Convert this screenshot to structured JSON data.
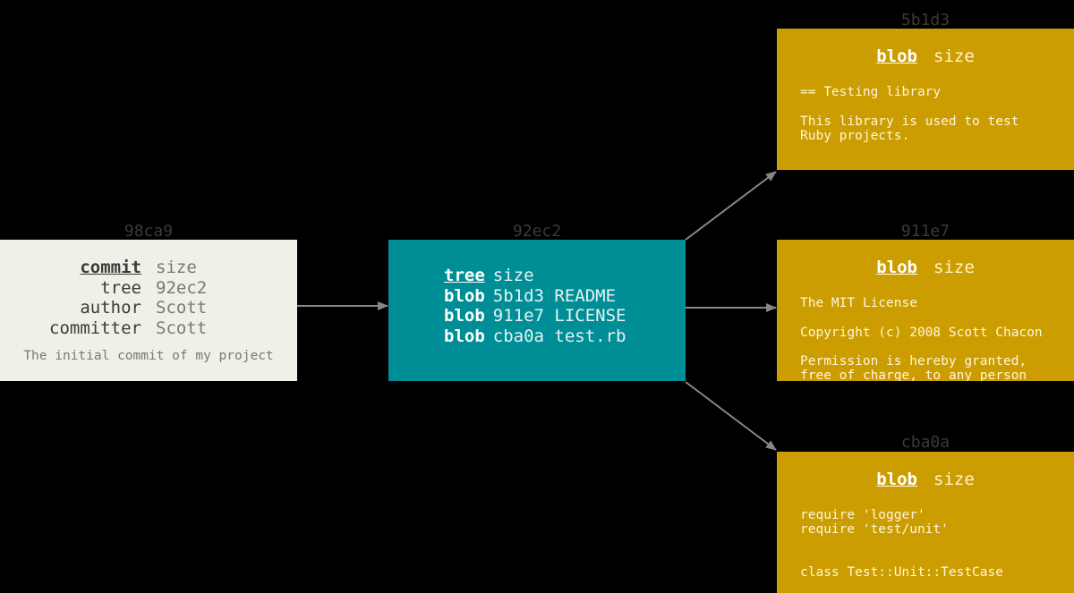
{
  "commit": {
    "hash": "98ca9",
    "rows": [
      {
        "key": "commit",
        "value": "size"
      },
      {
        "key": "tree",
        "value": "92ec2"
      },
      {
        "key": "author",
        "value": "Scott"
      },
      {
        "key": "committer",
        "value": "Scott"
      }
    ],
    "message": "The initial commit of my project"
  },
  "tree": {
    "hash": "92ec2",
    "rows": [
      {
        "type": "tree",
        "value": "size"
      },
      {
        "type": "blob",
        "value": "5b1d3 README"
      },
      {
        "type": "blob",
        "value": "911e7 LICENSE"
      },
      {
        "type": "blob",
        "value": "cba0a test.rb"
      }
    ]
  },
  "blobs": [
    {
      "hash": "5b1d3",
      "type": "blob",
      "size_label": "size",
      "lines": [
        "== Testing library",
        "This library is used to test",
        "Ruby projects."
      ]
    },
    {
      "hash": "911e7",
      "type": "blob",
      "size_label": "size",
      "lines": [
        "The MIT License",
        "Copyright (c) 2008 Scott Chacon",
        "Permission is hereby granted,",
        "free of charge, to any person"
      ]
    },
    {
      "hash": "cba0a",
      "type": "blob",
      "size_label": "size",
      "lines": [
        "require 'logger'",
        "require 'test/unit'",
        "class Test::Unit::TestCase"
      ]
    }
  ],
  "colors": {
    "background": "#000000",
    "commit_fill": "#f0efe8",
    "tree_fill": "#008e96",
    "blob_fill": "#cc9d00",
    "arrow": "#8a8780"
  }
}
